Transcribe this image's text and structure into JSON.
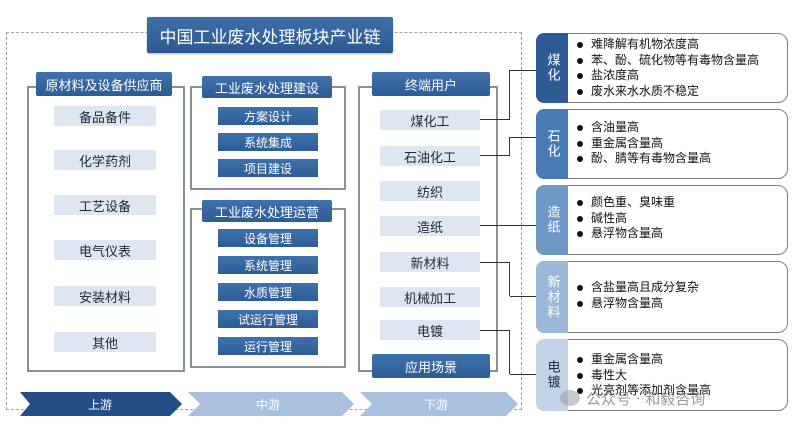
{
  "title": "中国工业废水处理板块产业链",
  "columns": {
    "upstream": {
      "head": "原材料及设备供应商",
      "items": [
        "备品备件",
        "化学药剂",
        "工艺设备",
        "电气仪表",
        "安装材料",
        "其他"
      ]
    },
    "construction": {
      "head": "工业废水处理建设",
      "items": [
        "方案设计",
        "系统集成",
        "项目建设"
      ]
    },
    "operation": {
      "head": "工业废水处理运营",
      "items": [
        "设备管理",
        "系统管理",
        "水质管理",
        "试运行管理",
        "运行管理"
      ]
    },
    "downstream": {
      "head": "终端用户",
      "items": [
        "煤化工",
        "石油化工",
        "纺织",
        "造纸",
        "新材料",
        "机械加工",
        "电镀"
      ],
      "footer": "应用场景"
    }
  },
  "stages": [
    "上游",
    "中游",
    "下游"
  ],
  "panels": [
    {
      "tab": "煤化",
      "color": "#2d5c95",
      "points": [
        "难降解有机物浓度高",
        "苯、酚、硫化物等有毒物含量高",
        "盐浓度高",
        "废水来水水质不稳定"
      ]
    },
    {
      "tab": "石化",
      "color": "#4a7ab3",
      "points": [
        "含油量高",
        "重金属含量高",
        "酚、腈等有毒物含量高"
      ]
    },
    {
      "tab": "造纸",
      "color": "#7098c6",
      "points": [
        "颜色重、臭味重",
        "碱性高",
        "悬浮物含量高"
      ]
    },
    {
      "tab": "新材料",
      "color": "#9cb8d9",
      "points": [
        "含盐量高且成分复杂",
        "悬浮物含量高"
      ]
    },
    {
      "tab": "电镀",
      "color": "#c3d4e8",
      "points": [
        "重金属含量高",
        "毒性大",
        "光亮剂等添加剂含量高"
      ]
    }
  ],
  "watermark": "公众号 · 和毅咨询",
  "colors": {
    "primary": "#2d5c95",
    "light": "#dde6f1",
    "border": "#8a8f96"
  }
}
